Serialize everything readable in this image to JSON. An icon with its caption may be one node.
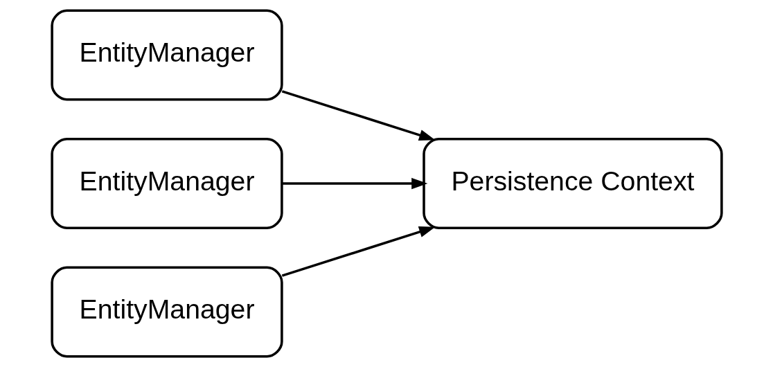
{
  "diagram": {
    "nodes": [
      {
        "text": [
          "EntityManager"
        ]
      },
      {
        "text": [
          "EntityManager"
        ]
      },
      {
        "text": [
          "EntityManager"
        ]
      },
      {
        "text": [
          "Persistence Context"
        ]
      }
    ],
    "edges": [
      {
        "from": 0,
        "to": 3,
        "arrow": "to"
      },
      {
        "from": 1,
        "to": 3,
        "arrow": "to"
      },
      {
        "from": 2,
        "to": 3,
        "arrow": "to"
      }
    ]
  }
}
